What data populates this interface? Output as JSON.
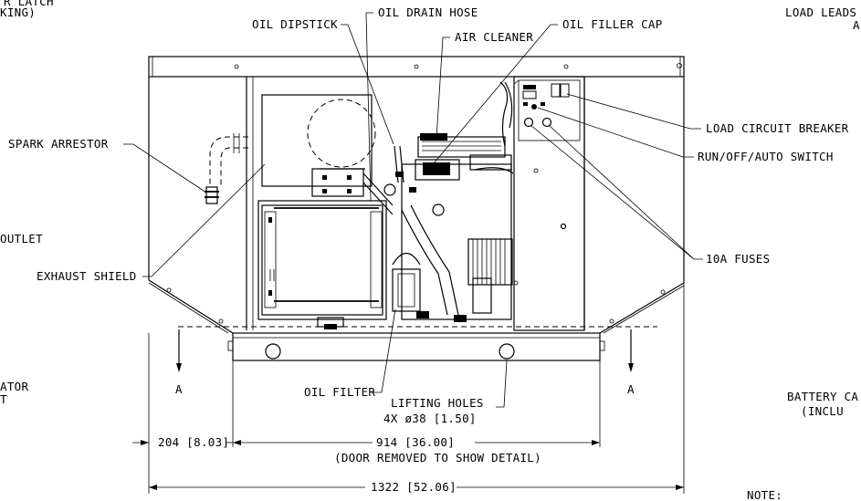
{
  "labels": {
    "top_left_1": "R LATCH",
    "top_left_2": "KING)",
    "top_right_1": "LOAD LEADS",
    "top_right_2": "A",
    "oil_dipstick": "OIL DIPSTICK",
    "oil_drain_hose": "OIL DRAIN HOSE",
    "oil_filler_cap": "OIL FILLER CAP",
    "air_cleaner": "AIR CLEANER",
    "spark_arrestor": "SPARK ARRESTOR",
    "load_circuit_breaker": "LOAD CIRCUIT BREAKER",
    "run_off_auto_switch": "RUN/OFF/AUTO SWITCH",
    "outlet": "OUTLET",
    "exhaust_shield": "EXHAUST SHIELD",
    "fuses": "10A FUSES",
    "oil_filter": "OIL FILTER",
    "lifting_holes_1": "LIFTING HOLES",
    "lifting_holes_2": "4X ø38 [1.50]",
    "section_a_left": "A",
    "section_a_right": "A",
    "left_ator": "ATOR",
    "left_t": "T",
    "battery_1": "BATTERY CA",
    "battery_2": "(INCLU",
    "note": "NOTE:"
  },
  "dimensions": {
    "offset": "204 [8.03]",
    "width_inner": "914 [36.00]",
    "door_note": "(DOOR REMOVED TO SHOW DETAIL)",
    "width_overall": "1322 [52.06]"
  }
}
